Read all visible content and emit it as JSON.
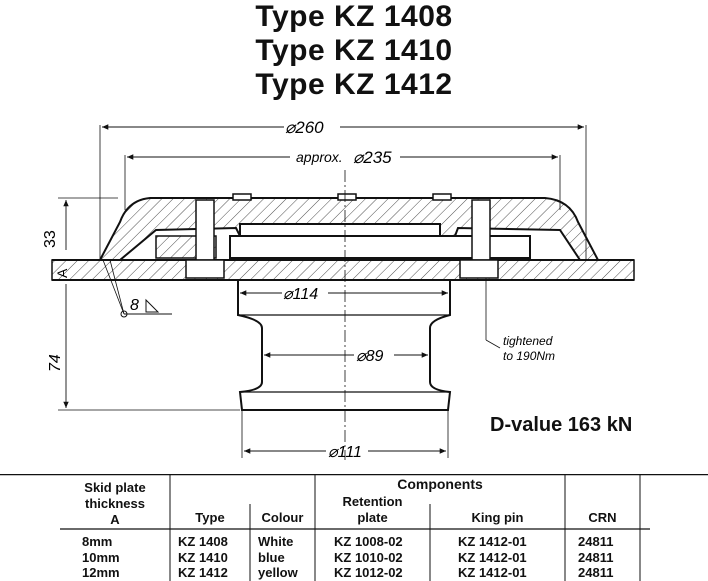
{
  "titles": [
    "Type KZ 1408",
    "Type KZ 1410",
    "Type KZ 1412"
  ],
  "dimensions": {
    "d260": "⌀260",
    "approx": "approx.",
    "d235": "⌀235",
    "d114": "⌀114",
    "d89": "⌀89",
    "d111": "⌀111",
    "h33": "33",
    "h74": "74",
    "refA": "A",
    "weld": "8",
    "tightened1": "tightened",
    "tightened2": "to 190Nm"
  },
  "d_value": "D-value 163 kN",
  "table": {
    "components_header": "Components",
    "headers": {
      "skid": [
        "Skid plate",
        "thickness",
        "A"
      ],
      "type": "Type",
      "colour": "Colour",
      "retention": [
        "Retention",
        "plate"
      ],
      "kingpin": "King pin",
      "crn": "CRN"
    },
    "rows": [
      [
        "8mm",
        "KZ 1408",
        "White",
        "KZ 1008-02",
        "KZ 1412-01",
        "24811"
      ],
      [
        "10mm",
        "KZ 1410",
        "blue",
        "KZ 1010-02",
        "KZ 1412-01",
        "24811"
      ],
      [
        "12mm",
        "KZ 1412",
        "yellow",
        "KZ 1012-02",
        "KZ 1412-01",
        "24811"
      ]
    ]
  }
}
